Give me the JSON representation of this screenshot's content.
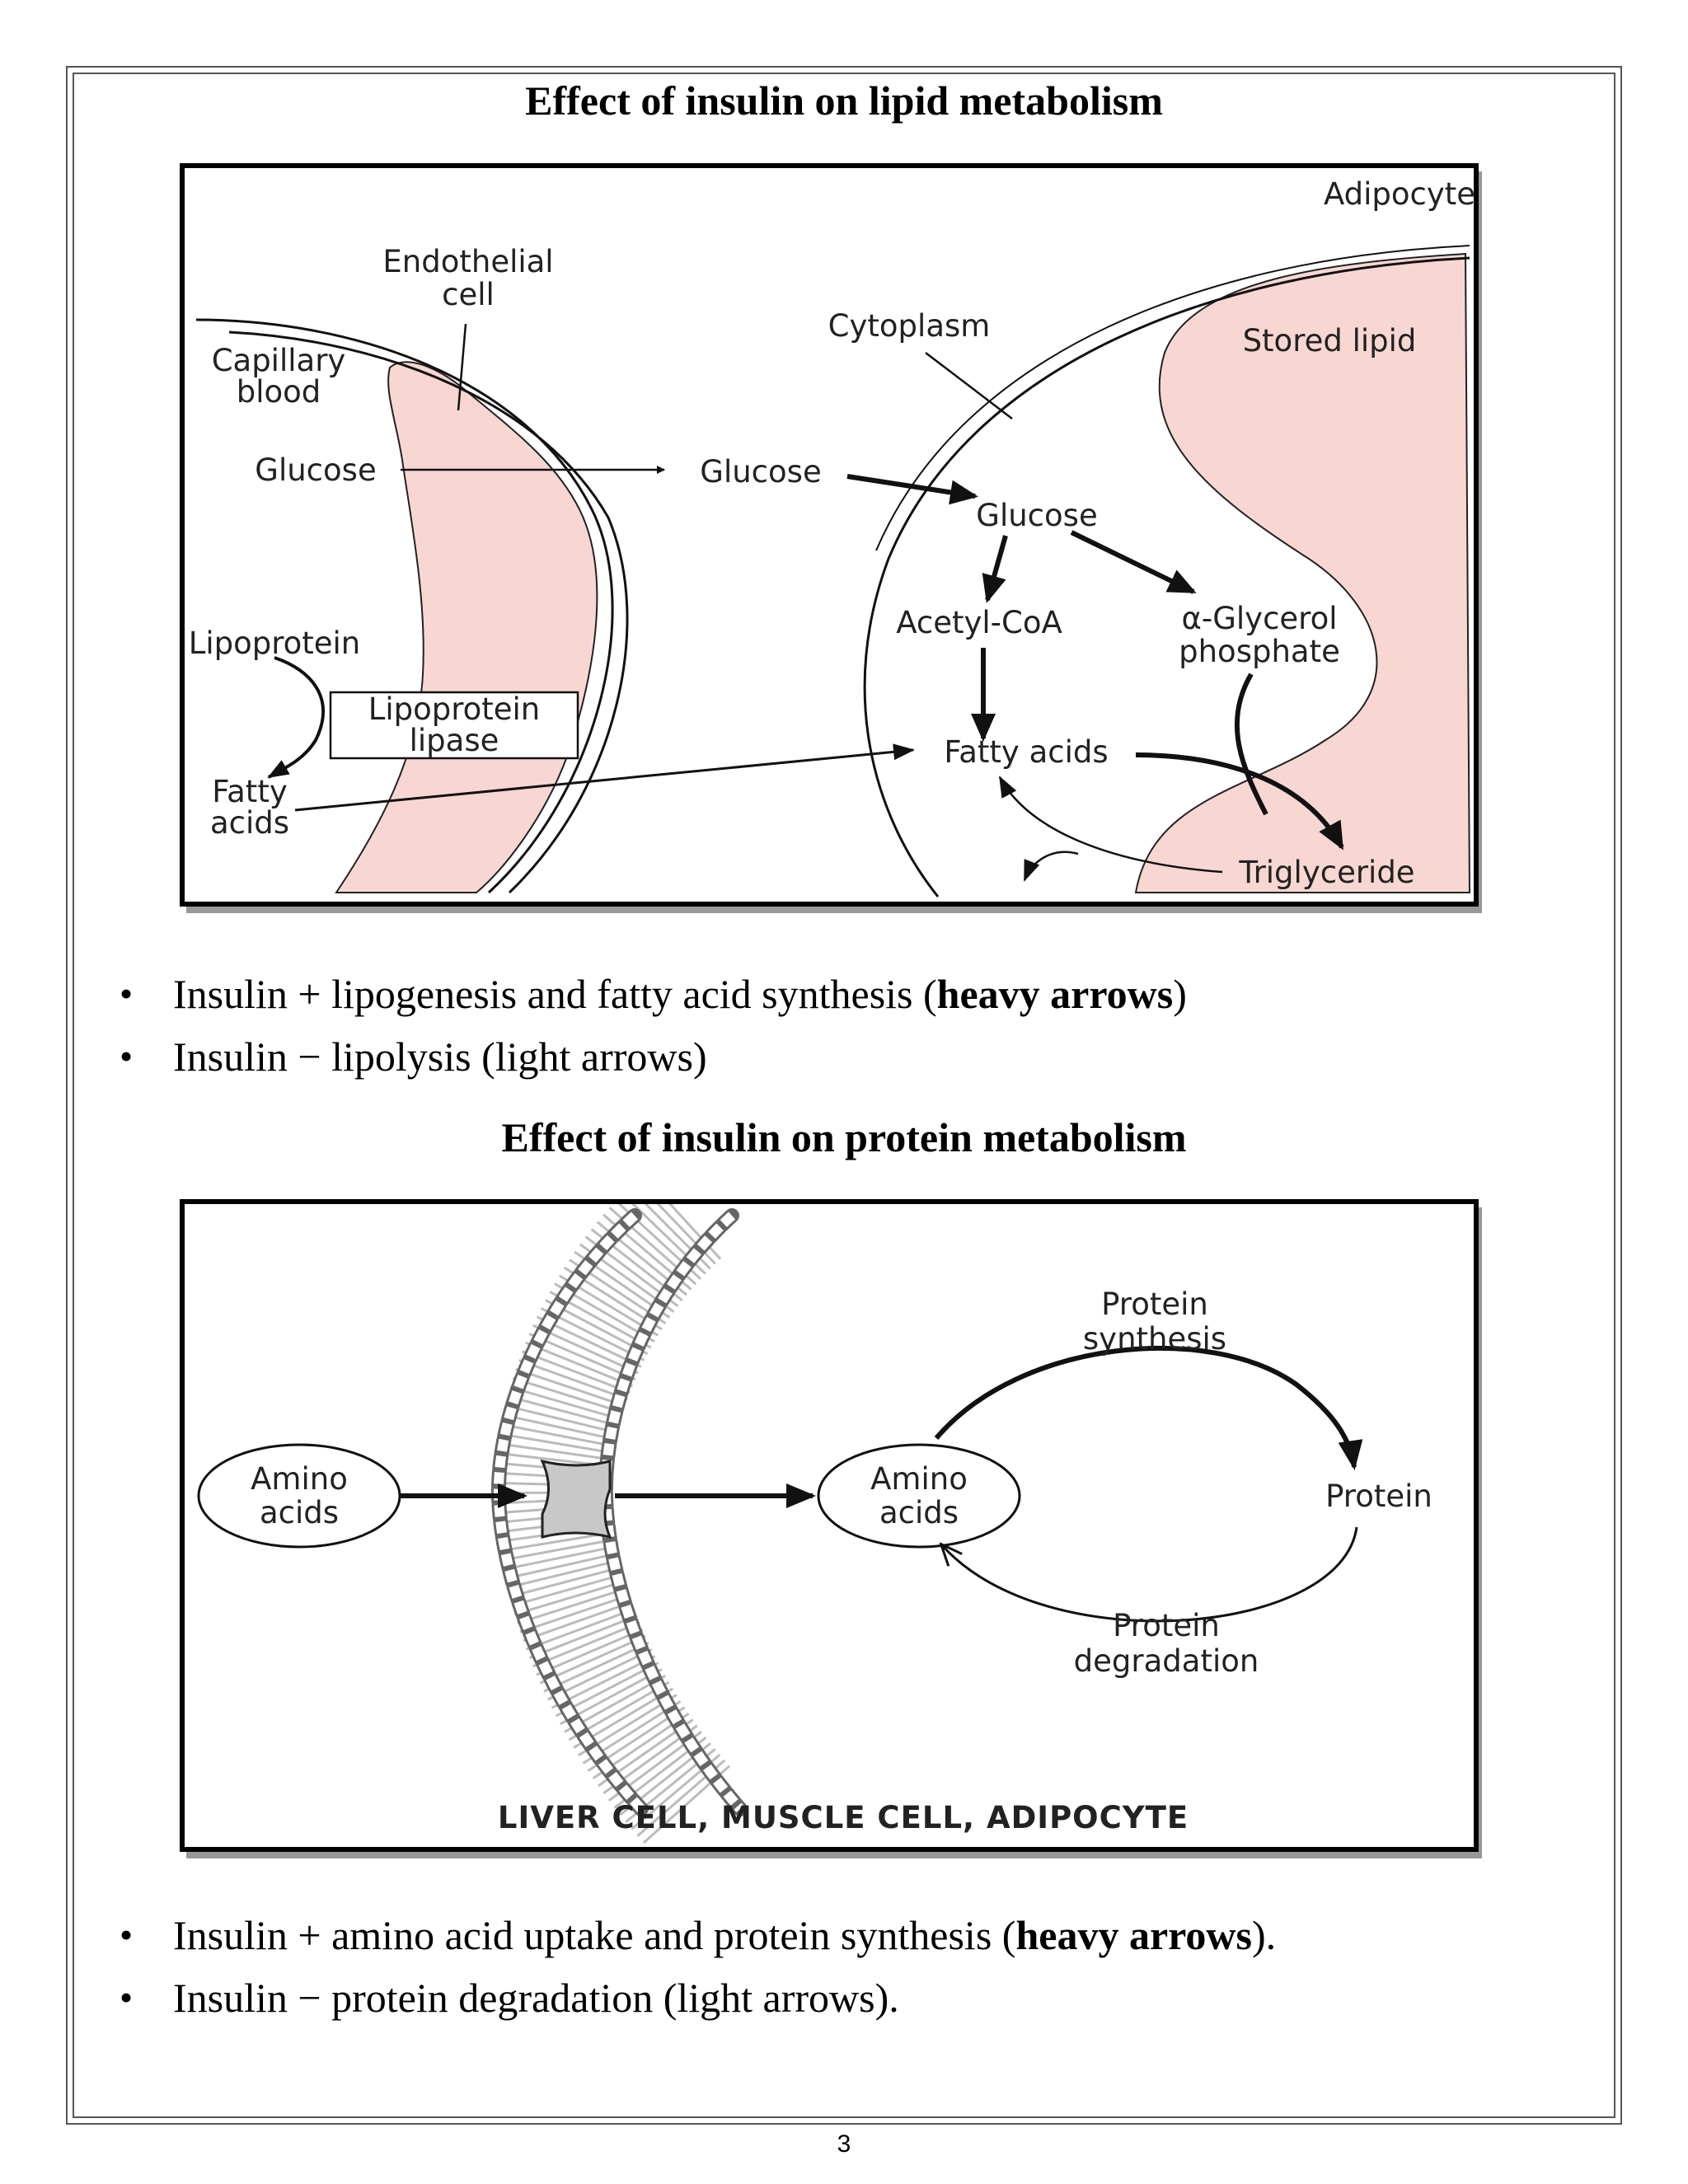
{
  "lipid_section": {
    "title": "Effect of insulin on lipid metabolism",
    "figure": {
      "labels": {
        "adipocyte": "Adipocyte",
        "endothelial_cell_1": "Endothelial",
        "endothelial_cell_2": "cell",
        "capillary_blood_1": "Capillary",
        "capillary_blood_2": "blood",
        "cytoplasm": "Cytoplasm",
        "stored_lipid": "Stored lipid",
        "glucose_blood": "Glucose",
        "glucose_interstitial": "Glucose",
        "glucose_cytoplasm": "Glucose",
        "acetyl_coa": "Acetyl-CoA",
        "alpha_glycerol_1": "α-Glycerol",
        "alpha_glycerol_2": "phosphate",
        "lipoprotein": "Lipoprotein",
        "lipoprotein_lipase_1": "Lipoprotein",
        "lipoprotein_lipase_2": "lipase",
        "fatty_acids_blood_1": "Fatty",
        "fatty_acids_blood_2": "acids",
        "fatty_acids_cytoplasm": "Fatty acids",
        "triglyceride": "Triglyceride"
      }
    },
    "bullets": [
      {
        "prefix": "Insulin + lipogenesis and fatty acid synthesis (",
        "bold": "heavy arrows",
        "suffix": ")"
      },
      {
        "prefix": "Insulin − lipolysis (light arrows)",
        "bold": "",
        "suffix": ""
      }
    ]
  },
  "protein_section": {
    "title": "Effect of insulin on protein metabolism",
    "figure": {
      "labels": {
        "amino_acids_out_1": "Amino",
        "amino_acids_out_2": "acids",
        "amino_acids_in_1": "Amino",
        "amino_acids_in_2": "acids",
        "protein_synthesis_1": "Protein",
        "protein_synthesis_2": "synthesis",
        "protein": "Protein",
        "protein_degradation_1": "Protein",
        "protein_degradation_2": "degradation",
        "cell_types": "LIVER CELL, MUSCLE CELL, ADIPOCYTE"
      }
    },
    "bullets": [
      {
        "prefix": "Insulin + amino acid uptake and protein synthesis (",
        "bold": "heavy arrows",
        "suffix": ")."
      },
      {
        "prefix": "Insulin − protein degradation (light arrows).",
        "bold": "",
        "suffix": ""
      }
    ]
  },
  "page_number": "3"
}
